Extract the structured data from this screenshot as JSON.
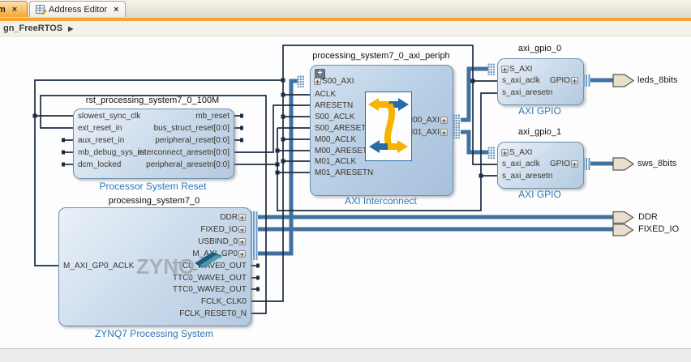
{
  "icons": {
    "close": "×",
    "breadcrumb_arrow": "▶",
    "expand_plus": "+"
  },
  "tabs": {
    "diagram": {
      "label": "m"
    },
    "address_editor": {
      "label": "Address Editor"
    }
  },
  "breadcrumb": {
    "path": "gn_FreeRTOS"
  },
  "colors": {
    "tab_active_orange": "#f6a52e",
    "accent_band": "#f7a333",
    "block_border": "#6e8fae",
    "type_label_blue": "#2f76b8",
    "wire_thin": "#1b2c42",
    "wire_bus": "#41719f",
    "canvas_bg": "#fdfdfd",
    "ext_port_fill": "#e6dfcd"
  },
  "blocks": {
    "rst": {
      "title": "rst_processing_system7_0_100M",
      "type_label": "Processor System Reset",
      "left_ports": [
        "slowest_sync_clk",
        "ext_reset_in",
        "aux_reset_in",
        "mb_debug_sys_rst",
        "dcm_locked"
      ],
      "right_ports": [
        "mb_reset",
        "bus_struct_reset[0:0]",
        "peripheral_reset[0:0]",
        "interconnect_aresetn[0:0]",
        "peripheral_aresetn[0:0]"
      ]
    },
    "axi_periph": {
      "title": "processing_system7_0_axi_periph",
      "type_label": "AXI Interconnect",
      "left_ports": [
        "S00_AXI",
        "ACLK",
        "ARESETN",
        "S00_ACLK",
        "S00_ARESETN",
        "M00_ACLK",
        "M00_ARESETN",
        "M01_ACLK",
        "M01_ARESETN"
      ],
      "right_ports": [
        "M00_AXI",
        "M01_AXI"
      ]
    },
    "ps7": {
      "title": "processing_system7_0",
      "type_label": "ZYNQ7 Processing System",
      "logo": "ZYNQ",
      "left_ports": [
        "M_AXI_GP0_ACLK"
      ],
      "right_ports": [
        "DDR",
        "FIXED_IO",
        "USBIND_0",
        "M_AXI_GP0",
        "TTC0_WAVE0_OUT",
        "TTC0_WAVE1_OUT",
        "TTC0_WAVE2_OUT",
        "FCLK_CLK0",
        "FCLK_RESET0_N"
      ]
    },
    "gpio0": {
      "title": "axi_gpio_0",
      "type_label": "AXI GPIO",
      "left_ports": [
        "S_AXI",
        "s_axi_aclk",
        "s_axi_aresetn"
      ],
      "right_ports": [
        "GPIO"
      ]
    },
    "gpio1": {
      "title": "axi_gpio_1",
      "type_label": "AXI GPIO",
      "left_ports": [
        "S_AXI",
        "s_axi_aclk",
        "s_axi_aresetn"
      ],
      "right_ports": [
        "GPIO"
      ]
    }
  },
  "external_ports": {
    "leds": "leds_8bits",
    "sws": "sws_8bits",
    "ddr": "DDR",
    "fixed_io": "FIXED_IO"
  }
}
